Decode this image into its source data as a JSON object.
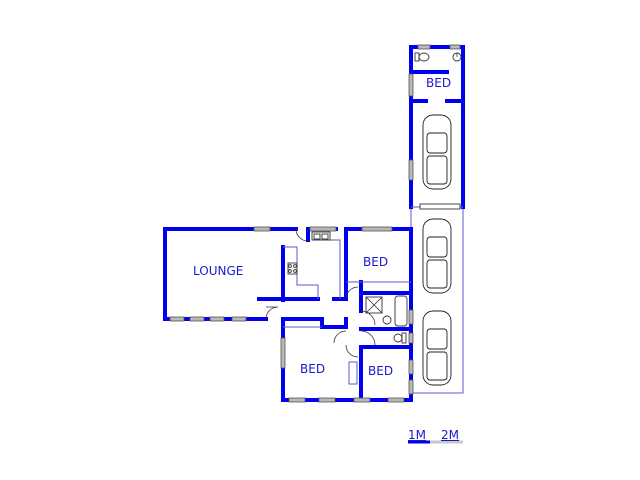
{
  "plan": {
    "rooms": [
      {
        "id": "lounge",
        "label": "LOUNGE"
      },
      {
        "id": "bed_top",
        "label": "BED"
      },
      {
        "id": "bed_middle",
        "label": "BED"
      },
      {
        "id": "bed_bottom_left",
        "label": "BED"
      },
      {
        "id": "bed_bottom_right",
        "label": "BED"
      }
    ],
    "cars": 3,
    "colors": {
      "wall": "#0000ee",
      "label": "#1a1acc",
      "window": "#b8b8b8"
    }
  },
  "scale": {
    "labels": [
      "1M",
      "2M"
    ]
  }
}
